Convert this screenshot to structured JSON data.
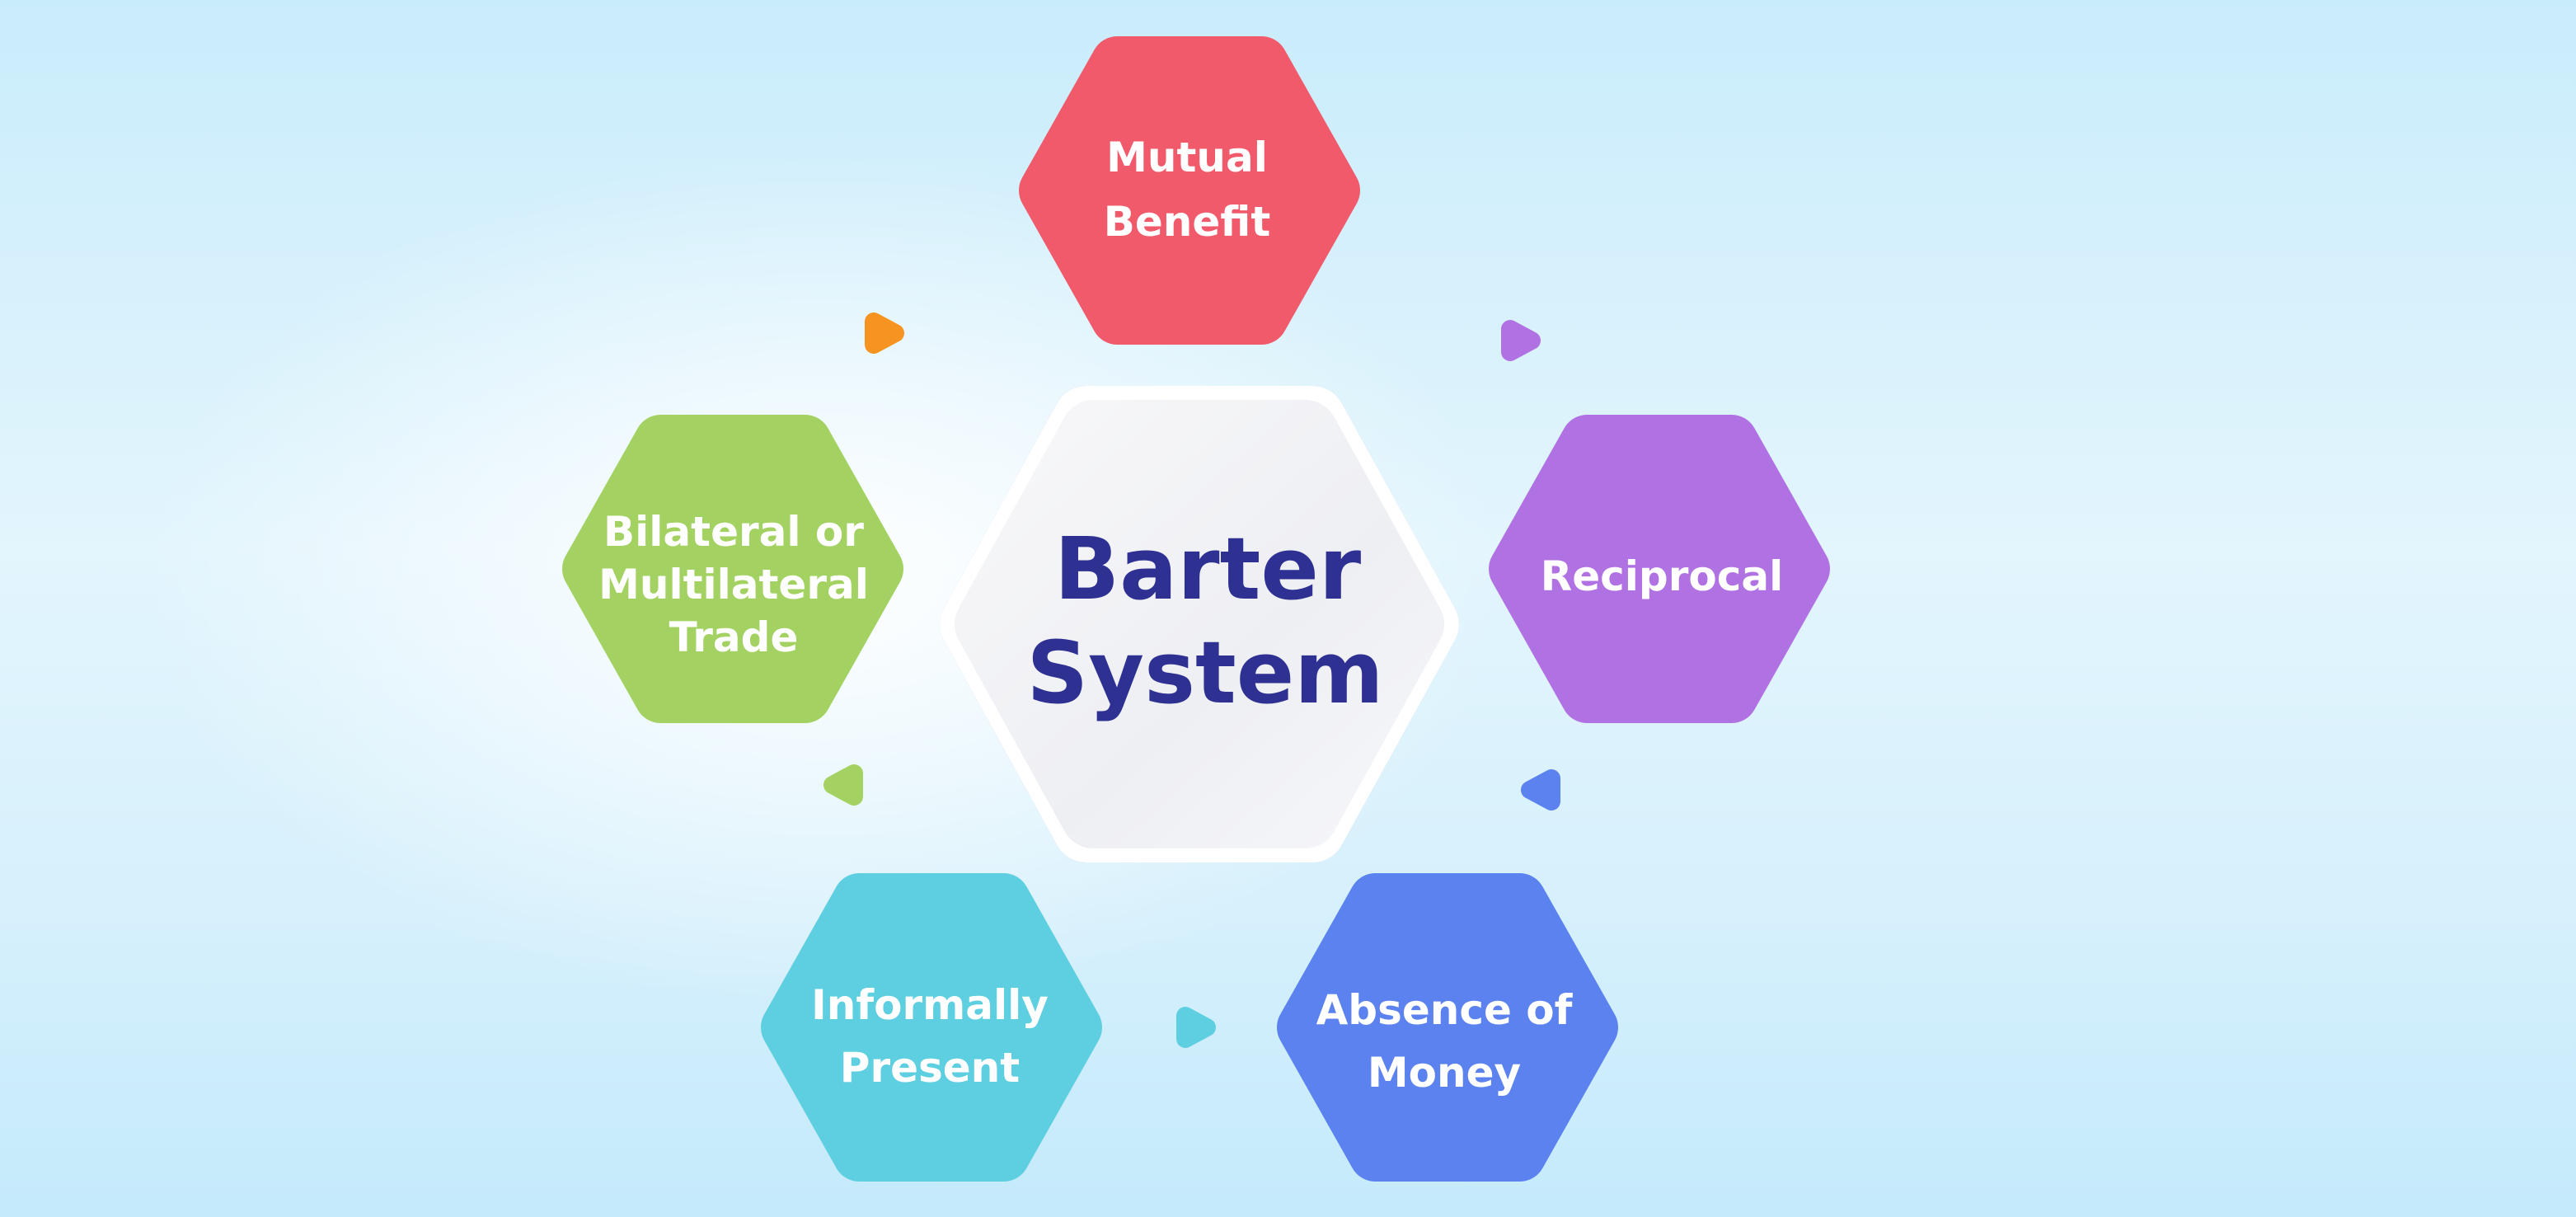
{
  "center": {
    "line1": "Barter",
    "line2": "System",
    "color": "#2e3192"
  },
  "nodes": [
    {
      "id": "mutual-benefit",
      "lines": [
        "Mutual",
        "Benefit"
      ],
      "color": "#f05a6a"
    },
    {
      "id": "reciprocal",
      "lines": [
        "Reciprocal"
      ],
      "color": "#b072e3"
    },
    {
      "id": "absence-of-money",
      "lines": [
        "Absence of",
        "Money"
      ],
      "color": "#5b82ee"
    },
    {
      "id": "informally-present",
      "lines": [
        "Informally",
        "Present"
      ],
      "color": "#5ecfe0"
    },
    {
      "id": "bilateral-or-multilateral-trade",
      "lines": [
        "Bilateral or",
        "Multilateral",
        "Trade"
      ],
      "color": "#a3d262"
    }
  ],
  "arrows": [
    {
      "color": "#f79321",
      "direction": "right"
    },
    {
      "color": "#b072e3",
      "direction": "right"
    },
    {
      "color": "#5b82ee",
      "direction": "left"
    },
    {
      "color": "#5ecfe0",
      "direction": "right"
    },
    {
      "color": "#a3d262",
      "direction": "left"
    }
  ]
}
